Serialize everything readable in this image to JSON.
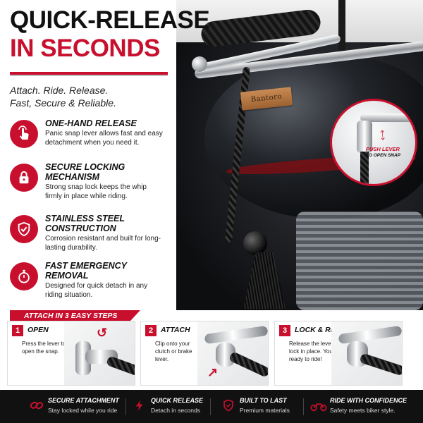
{
  "headline": {
    "line1": "QUICK-RELEASE",
    "line2": "IN SECONDS"
  },
  "tagline": {
    "line1": "Attach. Ride. Release.",
    "line2": "Fast, Secure & Reliable."
  },
  "brand_tag": "Bantoro",
  "zoom_callout": {
    "line1": "PUSH LEVER",
    "line2": "TO OPEN SNAP"
  },
  "features": [
    {
      "icon": "tap-hand-icon",
      "title": "ONE-HAND RELEASE",
      "description": "Panic snap lever allows fast and easy detachment when you need it."
    },
    {
      "icon": "padlock-icon",
      "title": "SECURE LOCKING MECHANISM",
      "description": "Strong snap lock keeps the whip firmly in place while riding."
    },
    {
      "icon": "shield-check-icon",
      "title": "STAINLESS STEEL CONSTRUCTION",
      "description": "Corrosion resistant and built for long-lasting durability."
    },
    {
      "icon": "stopwatch-icon",
      "title": "FAST EMERGENCY REMOVAL",
      "description": "Designed for quick detach in any riding situation."
    }
  ],
  "steps_header": "ATTACH IN 3 EASY STEPS",
  "steps": [
    {
      "number": "1",
      "title": "OPEN",
      "description": "Press the lever to open the snap."
    },
    {
      "number": "2",
      "title": "ATTACH",
      "description": "Clip onto your clutch or brake lever."
    },
    {
      "number": "3",
      "title": "LOCK & RIDE",
      "description": "Release the lever to lock in place. You're ready to ride!"
    }
  ],
  "benefits": [
    {
      "icon": "chain-link-icon",
      "title": "SECURE ATTACHMENT",
      "description": "Stay locked while you ride"
    },
    {
      "icon": "lightning-icon",
      "title": "QUICK RELEASE",
      "description": "Detach in seconds"
    },
    {
      "icon": "shield-icon",
      "title": "BUILT TO LAST",
      "description": "Premium materials"
    },
    {
      "icon": "motorcycle-icon",
      "title": "RIDE WITH CONFIDENCE",
      "description": "Safety meets biker style."
    }
  ],
  "colors": {
    "accent": "#c8102e",
    "dark": "#111111",
    "leather": "#b57640"
  }
}
